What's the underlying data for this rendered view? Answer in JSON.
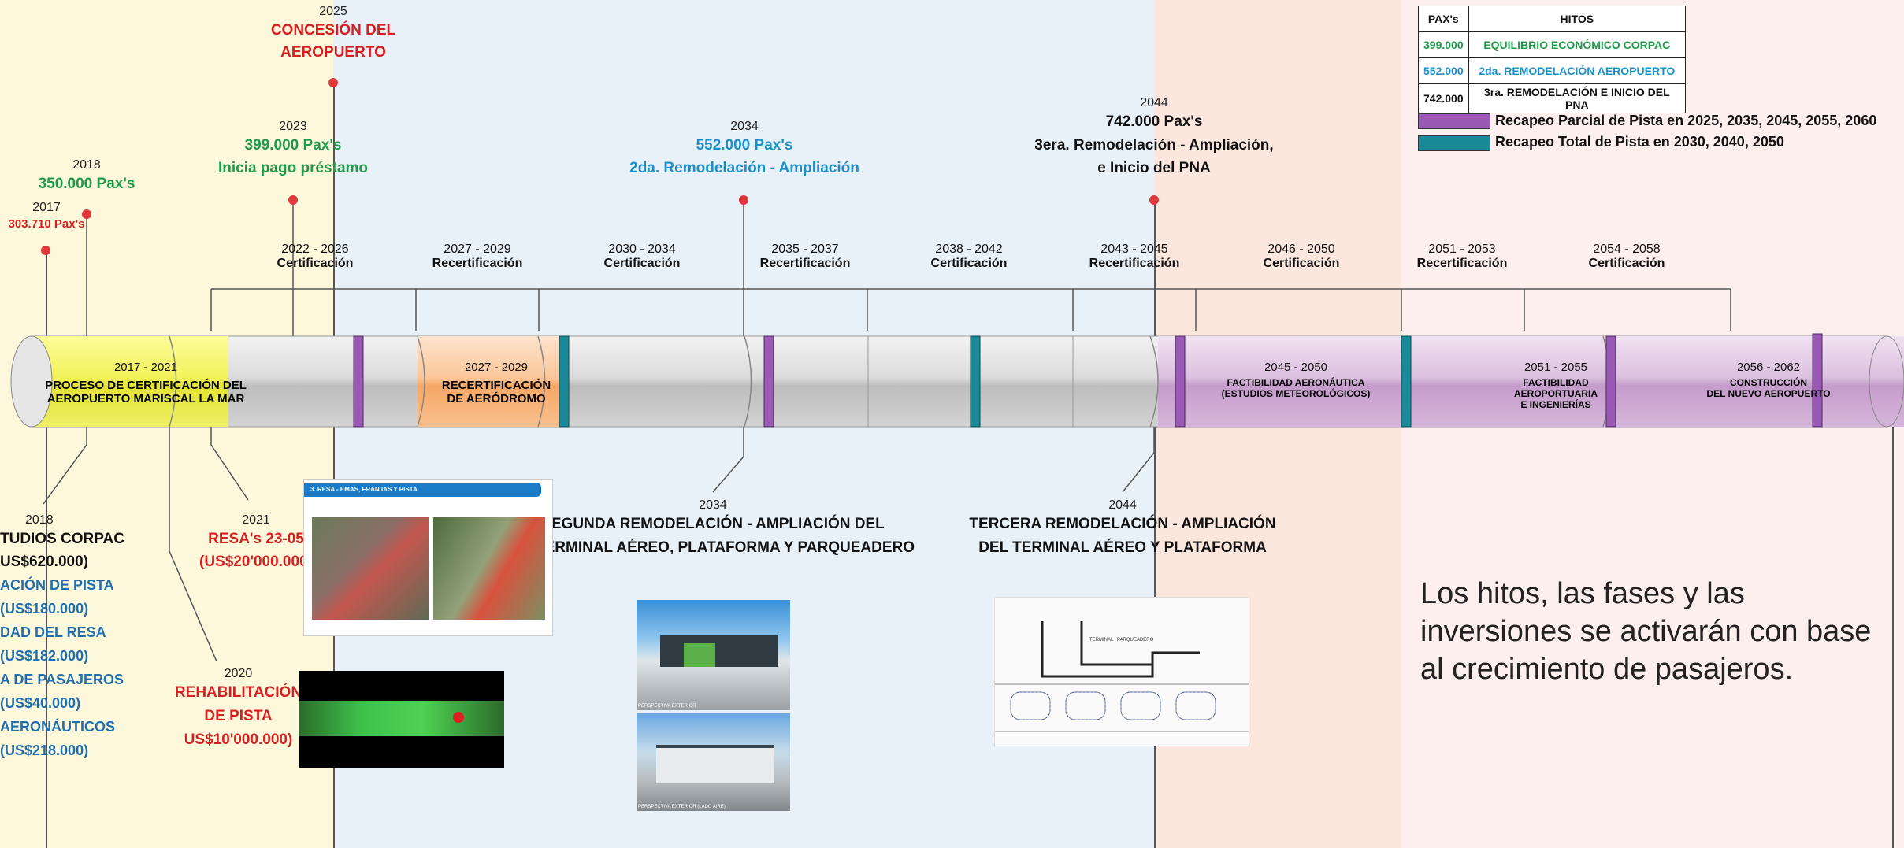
{
  "colors": {
    "zone1": "#fdf8dc",
    "zone2": "#e8f1f8",
    "zone3": "#fce7df",
    "zone4": "#fdeceb",
    "recapeo_parcial": "#9b59b6",
    "recapeo_total": "#1a8a98"
  },
  "table": {
    "headers": [
      "PAX's",
      "HITOS"
    ],
    "rows": [
      {
        "pax": "399.000",
        "hito": "EQUILIBRIO ECONÓMICO CORPAC",
        "color": "#1f9a4a"
      },
      {
        "pax": "552.000",
        "hito": "2da. REMODELACIÓN AEROPUERTO",
        "color": "#1a8fc9"
      },
      {
        "pax": "742.000",
        "hito": "3ra. REMODELACIÓN E INICIO DEL PNA",
        "color": "#111111"
      }
    ]
  },
  "legend": {
    "parcial": "Recapeo Parcial de Pista en 2025, 2035, 2045, 2055, 2060",
    "total": "Recapeo Total de Pista en 2030, 2040, 2050"
  },
  "top_events": {
    "e2025": {
      "year": "2025",
      "line1": "CONCESIÓN DEL",
      "line2": "AEROPUERTO"
    },
    "e2023": {
      "year": "2023",
      "line1": "399.000 Pax's",
      "line2": "Inicia pago préstamo"
    },
    "e2018": {
      "year": "2018",
      "line1": "350.000 Pax's"
    },
    "e2017": {
      "year": "2017",
      "line1": "303.710 Pax's"
    },
    "e2034": {
      "year": "2034",
      "line1": "552.000 Pax's",
      "line2": "2da. Remodelación - Ampliación"
    },
    "e2044": {
      "year": "2044",
      "line1": "742.000 Pax's",
      "line2": "3era. Remodelación - Ampliación,",
      "line3": "e Inicio del PNA"
    }
  },
  "phases": [
    {
      "range": "2022 - 2026",
      "name": "Certificación"
    },
    {
      "range": "2027 - 2029",
      "name": "Recertificación"
    },
    {
      "range": "2030 - 2034",
      "name": "Certificación"
    },
    {
      "range": "2035 - 2037",
      "name": "Recertificación"
    },
    {
      "range": "2038 - 2042",
      "name": "Certificación"
    },
    {
      "range": "2043 - 2045",
      "name": "Recertificación"
    },
    {
      "range": "2046 - 2050",
      "name": "Certificación"
    },
    {
      "range": "2051 - 2053",
      "name": "Recertificación"
    },
    {
      "range": "2054 - 2058",
      "name": "Certificación"
    }
  ],
  "cylinder": {
    "s1": {
      "range": "2017 - 2021",
      "l1": "PROCESO DE CERTIFICACIÓN DEL",
      "l2": "AEROPUERTO MARISCAL LA MAR"
    },
    "s2": {
      "range": "2027 - 2029",
      "l1": "RECERTIFICACIÓN",
      "l2": "DE AERÓDROMO"
    },
    "s3": {
      "range": "2045 - 2050",
      "l1": "FACTIBILIDAD AERONÁUTICA",
      "l2": "(ESTUDIOS METEOROLÓGICOS)"
    },
    "s4": {
      "range": "2051 - 2055",
      "l1": "FACTIBILIDAD",
      "l2": "AEROPORTUARIA",
      "l3": "E INGENIERÍAS"
    },
    "s5": {
      "range": "2056 - 2062",
      "l1": "CONSTRUCCIÓN",
      "l2": "DEL NUEVO AEROPUERTO"
    }
  },
  "bottom_events": {
    "b2018": {
      "year": "2018",
      "l1": "TUDIOS CORPAC",
      "l2": "US$620.000)",
      "l3": "ACIÓN DE PISTA (US$180.000)",
      "l4": "DAD DEL RESA (US$182.000)",
      "l5": "A DE PASAJEROS (US$40.000)",
      "l6": "AERONÁUTICOS (US$218.000)"
    },
    "b2021": {
      "year": "2021",
      "l1": "RESA's 23-05",
      "l2": "(US$20'000.000)"
    },
    "b2020": {
      "year": "2020",
      "l1": "REHABILITACIÓN",
      "l2": "DE PISTA",
      "l3": "US$10'000.000)"
    },
    "b2034": {
      "year": "2034",
      "l1": "SEGUNDA REMODELACIÓN - AMPLIACIÓN DEL",
      "l2": "TERMINAL AÉREO, PLATAFORMA Y PARQUEADERO"
    },
    "b2044": {
      "year": "2044",
      "l1": "TERCERA REMODELACIÓN - AMPLIACIÓN",
      "l2": "DEL TERMINAL AÉREO Y PLATAFORMA"
    }
  },
  "image_labels": {
    "resa": "3. RESA - EMAS, FRANJAS Y PISTA",
    "persp1": "PERSPECTIVA EXTERIOR",
    "persp2": "PERSPECTIVA EXTERIOR (LADO AIRE)",
    "plan_terminal": "TERMINAL",
    "plan_parqueadero": "PARQUEADERO"
  },
  "note": "Los hitos, las fases y las inversiones se activarán con base al crecimiento de pasajeros."
}
